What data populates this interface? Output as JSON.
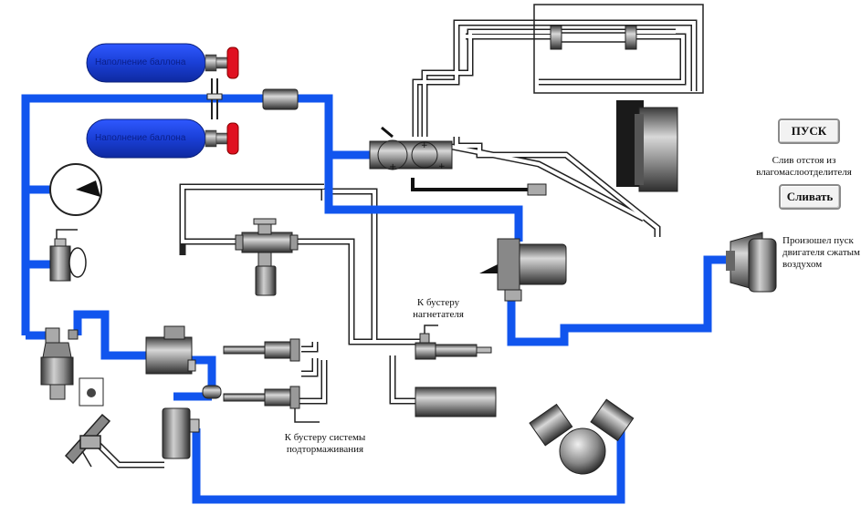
{
  "tanks": [
    {
      "label": "Наполнение баллона"
    },
    {
      "label": "Наполнение баллона"
    }
  ],
  "buttons": {
    "start": "ПУСК",
    "drain": "Сливать"
  },
  "labels": {
    "drain_title_line1": "Слив отстоя из",
    "drain_title_line2": "влагомаслоотделителя",
    "engine_status_line1": "Произошел пуск",
    "engine_status_line2": "двигателя сжатым",
    "engine_status_line3": "воздухом",
    "booster_supercharger_line1": "К бустеру",
    "booster_supercharger_line2": "нагнетателя",
    "booster_brake_line1": "К бустеру системы",
    "booster_brake_line2": "подтормаживания"
  },
  "colors": {
    "pipe_pressurized": "#1155ee",
    "pipe_empty": "#ffffff",
    "tank": "#1a3fd6",
    "valve_handle": "#e01020",
    "component": "#7a7a7a"
  }
}
